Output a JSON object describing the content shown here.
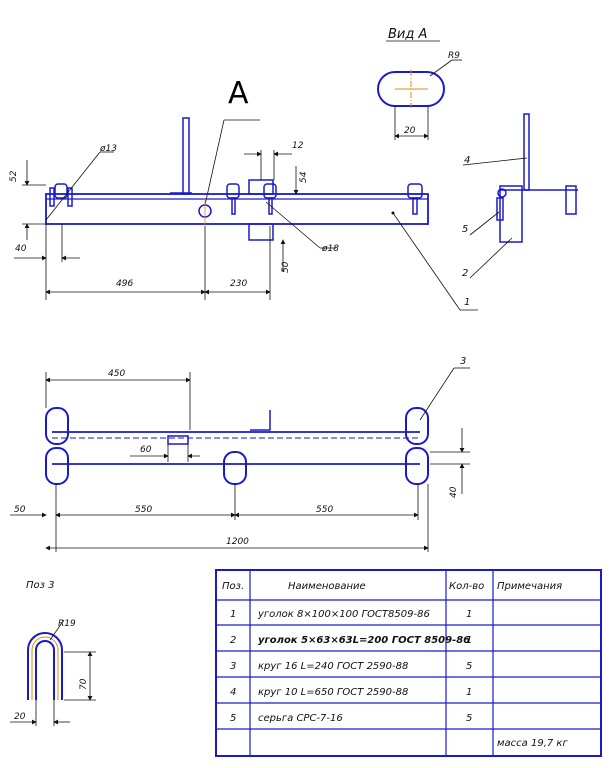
{
  "view_a": {
    "title": "Вид А",
    "radius": "R9",
    "width": "20"
  },
  "top_view": {
    "section_label": "А",
    "dim_52": "52",
    "dim_40": "40",
    "dim_496": "496",
    "dim_230": "230",
    "dim_12": "12",
    "dim_54": "54",
    "dim_50": "50",
    "dia_13": "ø13",
    "dia_18": "ø18"
  },
  "side_callouts": [
    "4",
    "5",
    "2",
    "1"
  ],
  "plan_view": {
    "dim_450": "450",
    "dim_60": "60",
    "dim_50": "50",
    "dim_550a": "550",
    "dim_550b": "550",
    "dim_1200": "1200",
    "dim_40": "40",
    "callout_3": "3"
  },
  "pos3": {
    "title": "Поз 3",
    "radius": "R19",
    "height": "70",
    "width": "20"
  },
  "spec_table": {
    "headers": [
      "Поз.",
      "Наименование",
      "Кол-во",
      "Примечания"
    ],
    "rows": [
      {
        "pos": "1",
        "name": "уголок 8×100×100 ГОСТ8509-86",
        "qty": "1",
        "note": ""
      },
      {
        "pos": "2",
        "name": "уголок 5×63×63L=200 ГОСТ 8509-86",
        "qty": "1",
        "note": ""
      },
      {
        "pos": "3",
        "name": "круг 16 L=240 ГОСТ 2590-88",
        "qty": "5",
        "note": ""
      },
      {
        "pos": "4",
        "name": "круг 10 L=650 ГОСТ 2590-88",
        "qty": "1",
        "note": ""
      },
      {
        "pos": "5",
        "name": "серьга СРС-7-16",
        "qty": "5",
        "note": ""
      }
    ],
    "mass": "масса 19,7 кг"
  },
  "colors": {
    "part_blue": "#1a1acc",
    "center_orange": "#e08a10",
    "line_black": "#111111"
  }
}
